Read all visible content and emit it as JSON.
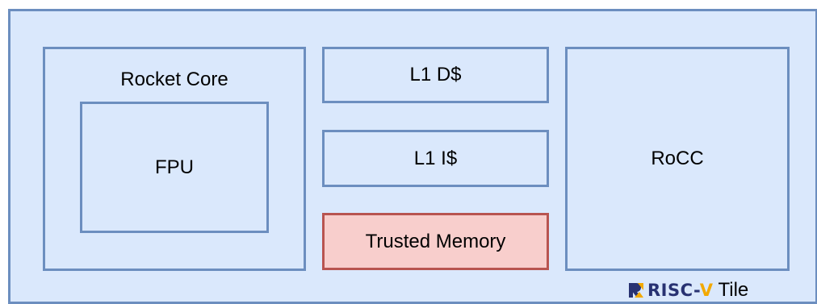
{
  "diagram": {
    "tile_caption": "Tile",
    "riscv_logo_text_prefix": "RISC-",
    "riscv_logo_text_suffix": "V",
    "blocks": {
      "rocket_core": "Rocket Core",
      "fpu": "FPU",
      "l1_dcache": "L1 D$",
      "l1_icache": "L1 I$",
      "trusted_memory": "Trusted Memory",
      "rocc": "RoCC"
    },
    "colors": {
      "block_fill": "#dae8fc",
      "block_stroke": "#6c8ebf",
      "trusted_fill": "#f8cecc",
      "trusted_stroke": "#b85450",
      "riscv_blue": "#283272",
      "riscv_gold": "#f2a900"
    }
  }
}
